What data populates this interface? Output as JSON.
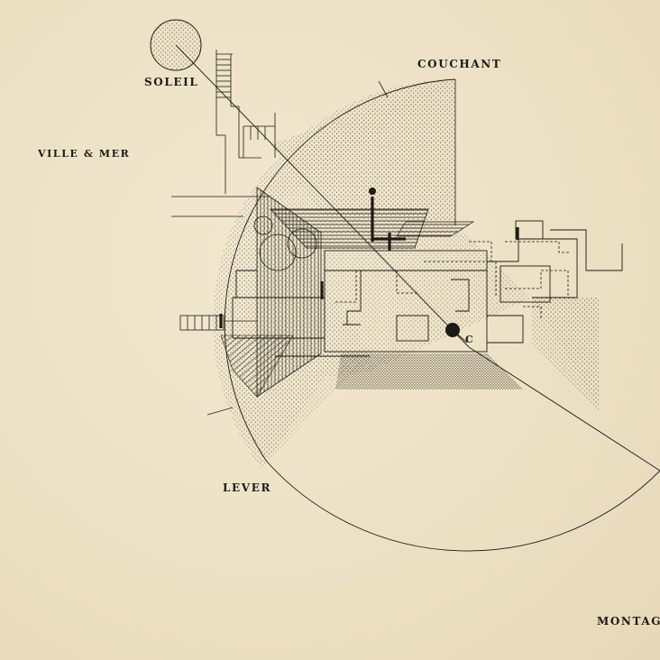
{
  "labels": {
    "soleil": "SOLEIL",
    "couchant": "COUCHANT",
    "ville_mer": "VILLE & MER",
    "lever": "LEVER",
    "montagne": "MONTAG",
    "point_c": "C"
  },
  "colors": {
    "paper": "#efe4c9",
    "ink": "#1d1a16",
    "stipple": "#2a2620"
  }
}
